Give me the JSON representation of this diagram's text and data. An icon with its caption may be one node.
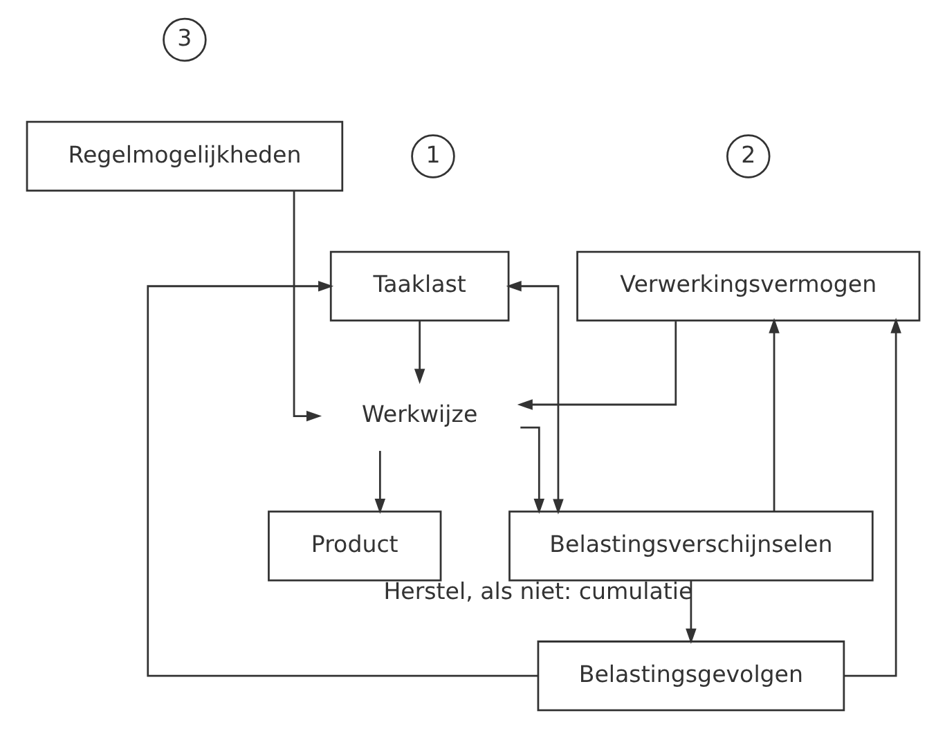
{
  "diagram": {
    "nodes": [
      {
        "text": [
          "3"
        ]
      },
      {
        "text": [
          "Regelmogelijkheden"
        ]
      },
      {
        "text": [
          "1"
        ]
      },
      {
        "text": [
          "Taaklast"
        ]
      },
      {
        "text": [
          "2"
        ]
      },
      {
        "text": [
          "Verwerkingsvermogen"
        ]
      },
      {
        "text": [
          "Werkwijze"
        ]
      },
      {
        "text": [
          "Product"
        ]
      },
      {
        "text": [
          "Belastingsverschijnselen"
        ]
      },
      {
        "text": [
          "Belastingsgevolgen"
        ]
      }
    ],
    "edges": [
      {
        "from": 1,
        "to": 6,
        "arrow": "to"
      },
      {
        "from": 3,
        "to": 6,
        "arrow": "to"
      },
      {
        "from": 5,
        "to": 6,
        "arrow": "to"
      },
      {
        "from": 6,
        "to": 7,
        "arrow": "to"
      },
      {
        "from": 6,
        "to": 8,
        "arrow": "to"
      },
      {
        "from": 8,
        "to": 3,
        "arrow": "both"
      },
      {
        "from": 8,
        "to": 5,
        "arrow": "to"
      },
      {
        "from": 8,
        "to": 9,
        "label": "Herstel, als niet: cumulatie",
        "arrow": "to"
      },
      {
        "from": 9,
        "to": 3,
        "arrow": "to"
      },
      {
        "from": 9,
        "to": 5,
        "arrow": "to"
      }
    ]
  }
}
